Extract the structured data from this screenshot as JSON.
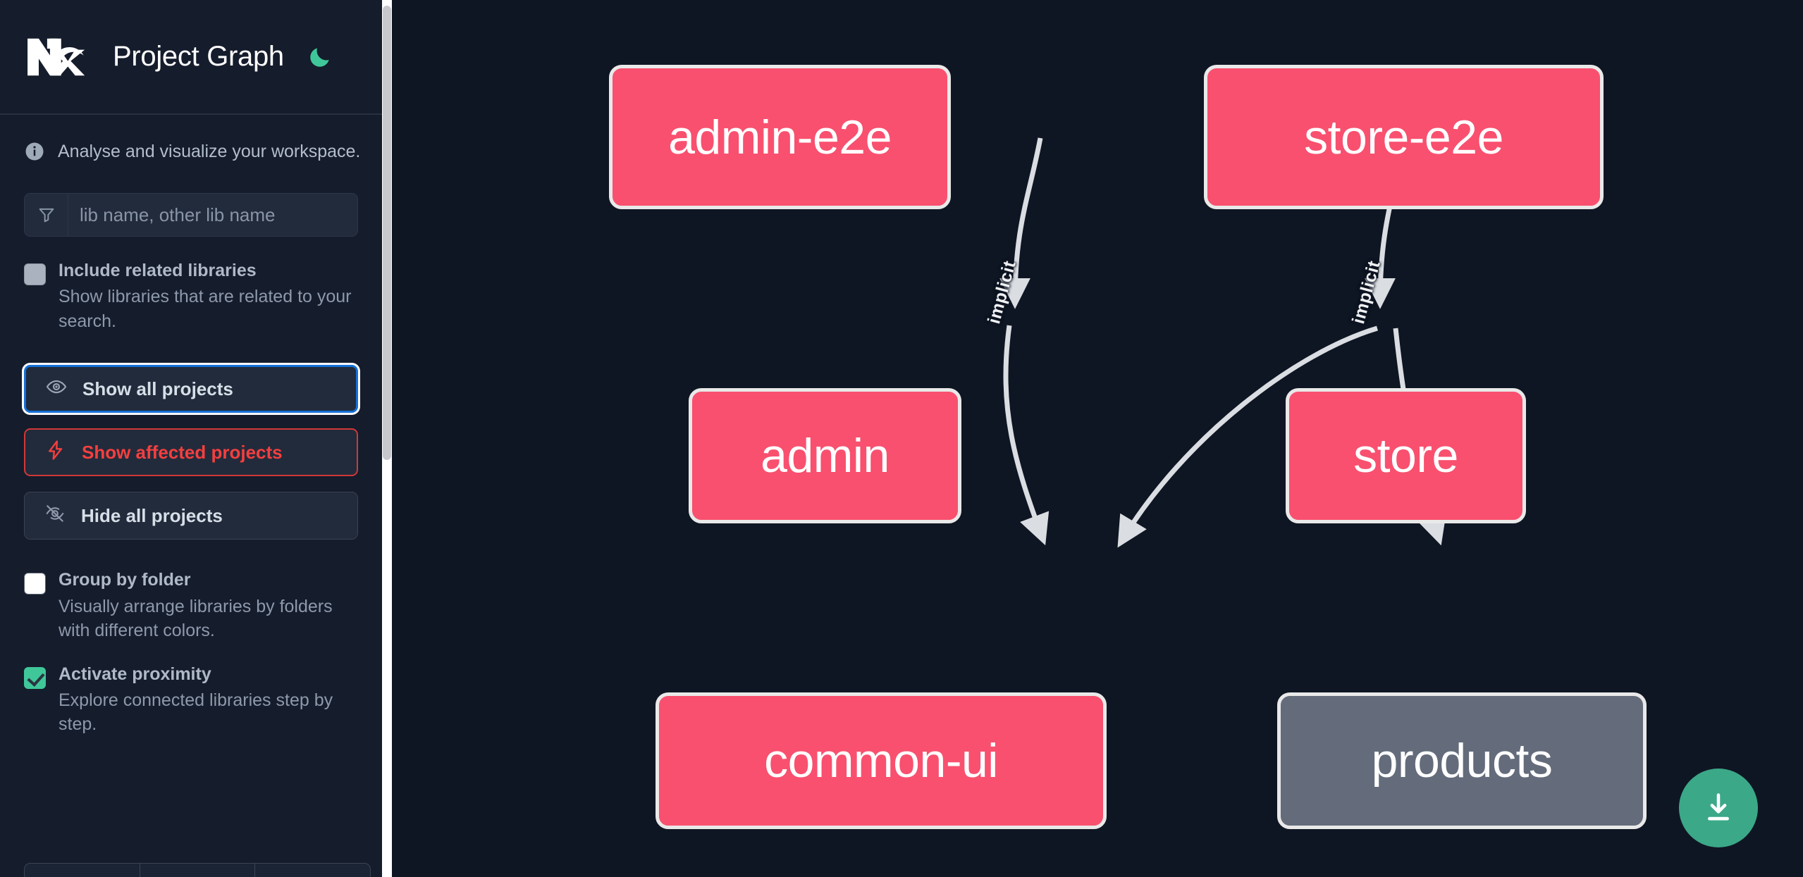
{
  "app": {
    "title": "Project Graph",
    "logo_icon": "nx-logo-icon",
    "theme_toggle_icon": "moon-icon",
    "background_color": "#0F1623",
    "sidebar_color": "#151C2C"
  },
  "sidebar": {
    "info": {
      "icon": "info-circle-icon",
      "text": "Analyse and visualize your workspace."
    },
    "filter": {
      "icon": "funnel-filter-icon",
      "value": "",
      "placeholder": "lib name, other lib name"
    },
    "options": [
      {
        "id": "include-related-libraries",
        "label": "Include related libraries",
        "description": "Show libraries that are related to your search.",
        "state": "disabled"
      },
      {
        "id": "group-by-folder",
        "label": "Group by folder",
        "description": "Visually arrange libraries by folders with different colors.",
        "state": "unchecked"
      },
      {
        "id": "activate-proximity",
        "label": "Activate proximity",
        "description": "Explore connected libraries step by step.",
        "state": "checked"
      }
    ],
    "buttons": [
      {
        "id": "show-all-projects",
        "label": "Show all projects",
        "icon": "eye-icon",
        "style": "focused"
      },
      {
        "id": "show-affected-projects",
        "label": "Show affected projects",
        "icon": "lightning-bolt-icon",
        "style": "danger"
      },
      {
        "id": "hide-all-projects",
        "label": "Hide all projects",
        "icon": "eye-off-icon",
        "style": "plain"
      }
    ],
    "accent_colors": {
      "focus_ring": "#1470D8",
      "danger": "#F43F3F",
      "checked": "#3FC79A",
      "moon": "#3FC79A"
    }
  },
  "graph": {
    "download_button": {
      "icon": "download-icon",
      "color": "#3BA888"
    },
    "node_colors": {
      "active": "#F9506F",
      "inactive": "#646C7B",
      "border": "#E9E9E9"
    },
    "nodes": [
      {
        "id": "admin-e2e",
        "label": "admin-e2e",
        "state": "active"
      },
      {
        "id": "store-e2e",
        "label": "store-e2e",
        "state": "active"
      },
      {
        "id": "admin",
        "label": "admin",
        "state": "active"
      },
      {
        "id": "store",
        "label": "store",
        "state": "active"
      },
      {
        "id": "common-ui",
        "label": "common-ui",
        "state": "active"
      },
      {
        "id": "products",
        "label": "products",
        "state": "inactive"
      }
    ],
    "edges": [
      {
        "from": "admin-e2e",
        "to": "admin",
        "label": "implicit"
      },
      {
        "from": "store-e2e",
        "to": "store",
        "label": "implicit"
      },
      {
        "from": "admin",
        "to": "common-ui",
        "label": ""
      },
      {
        "from": "store",
        "to": "common-ui",
        "label": ""
      },
      {
        "from": "store",
        "to": "products",
        "label": ""
      }
    ]
  }
}
